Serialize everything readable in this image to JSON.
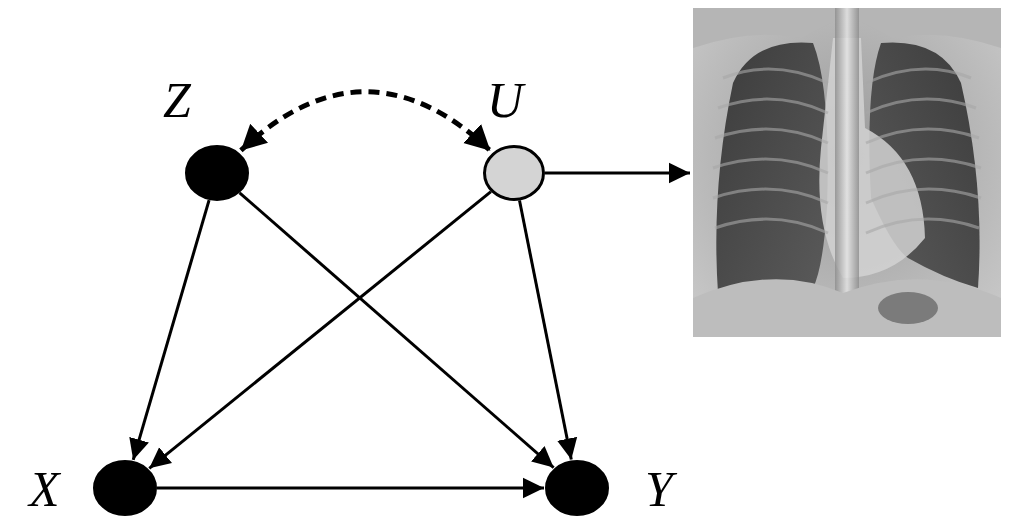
{
  "diagram": {
    "nodes": [
      {
        "text": [
          "Z"
        ]
      },
      {
        "text": [
          "U"
        ]
      },
      {
        "text": [
          "X"
        ]
      },
      {
        "text": [
          "Y"
        ]
      }
    ],
    "edges": [
      {
        "from": 0,
        "to": 1,
        "arrow": "both"
      },
      {
        "from": 0,
        "to": 2,
        "arrow": "to"
      },
      {
        "from": 0,
        "to": 3,
        "arrow": "to"
      },
      {
        "from": 1,
        "to": 2,
        "arrow": "to"
      },
      {
        "from": 1,
        "to": 3,
        "arrow": "to"
      },
      {
        "from": 2,
        "to": 3,
        "arrow": "to"
      }
    ]
  }
}
